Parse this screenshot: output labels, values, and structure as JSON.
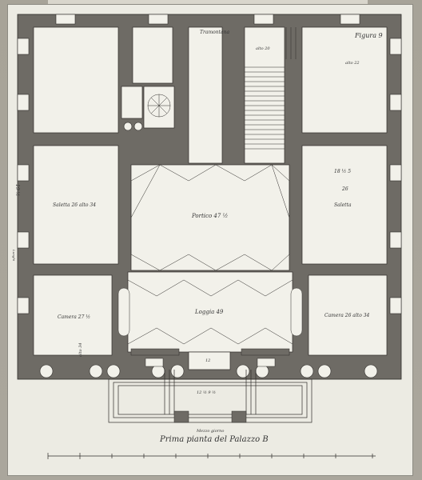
{
  "labels": {
    "tramontana": "Tramontana",
    "figura": "Figura 9",
    "alto20": "alto 20",
    "alto22": "alto 22",
    "saletta_left": "Saletta 26 alto 34",
    "portico": "Portico 47 ½",
    "saletta_right": "Saletta",
    "saletta_right_dims": "18 ½ 5",
    "num26": "26",
    "camera_left": "Camera 27 ½",
    "camera_left_h": "alto 34",
    "camera_right": "Camera 26 alto 34",
    "loggia": "Loggia 49",
    "num12": "12",
    "steps_dims": "12 ½ 9 ½",
    "mezzo_giorno": "Mezzo giorno",
    "caption": "Prima pianta del Palazzo B",
    "side_num": "19 ½",
    "side_small": "Lunghi"
  },
  "colors": {
    "wall": "#6e6b65",
    "ink": "#2f2d2a",
    "paper": "#ecebe3",
    "room": "#f2f1ea"
  }
}
